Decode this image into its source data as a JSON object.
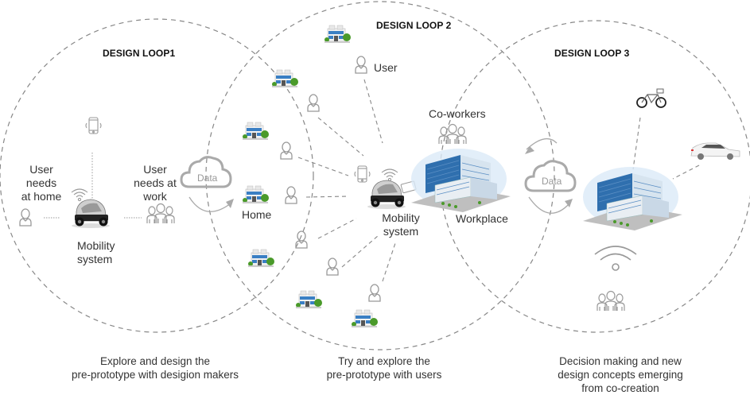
{
  "loops": [
    {
      "title": "DESIGN LOOP1",
      "caption_lines": [
        "Explore and design the",
        "pre-prototype with desigion makers"
      ],
      "labels": {
        "user_home": [
          "User",
          "needs",
          "at home"
        ],
        "user_work": [
          "User",
          "needs at",
          "work"
        ],
        "mobility": [
          "Mobility",
          "system"
        ]
      }
    },
    {
      "title": "DESIGN LOOP 2",
      "caption_lines": [
        "Try and explore the",
        "pre-prototype with users"
      ],
      "labels": {
        "user": "User",
        "coworkers": "Co-workers",
        "home": "Home",
        "mobility": [
          "Mobility",
          "system"
        ],
        "workplace": "Workplace"
      }
    },
    {
      "title": "DESIGN LOOP 3",
      "caption_lines": [
        "Decision making and new",
        "design concepts emerging",
        "from co-creation"
      ]
    }
  ],
  "data_clouds": [
    {
      "label": "Data"
    },
    {
      "label": "Data"
    }
  ],
  "colors": {
    "dash": "#888888",
    "icon_gray": "#999999",
    "cloud": "#aaaaaa",
    "building_blue": "#3a7fc4",
    "tree_green": "#4a9a2a"
  }
}
